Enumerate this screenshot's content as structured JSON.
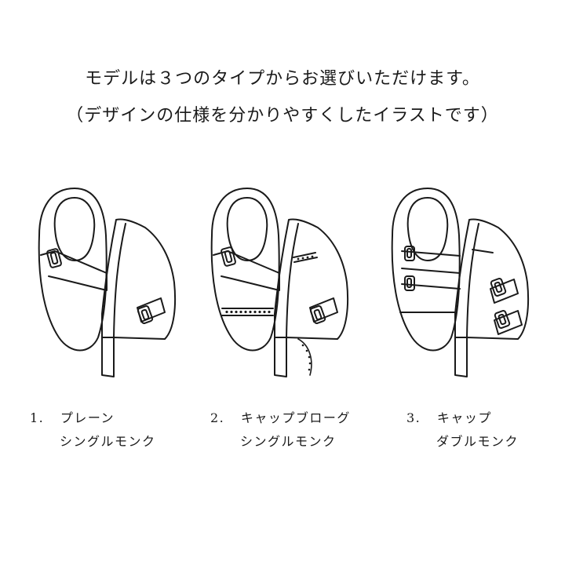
{
  "intro": {
    "line1": "モデルは３つのタイプからお選びいただけます。",
    "line2": "（デザインの仕様を分かりやすくしたイラストです）"
  },
  "models": [
    {
      "number": "1.",
      "name_line1": "プレーン",
      "name_line2": "シングルモンク"
    },
    {
      "number": "2.",
      "name_line1": "キャップブローグ",
      "name_line2": "シングルモンク"
    },
    {
      "number": "3.",
      "name_line1": "キャップ",
      "name_line2": "ダブルモンク"
    }
  ]
}
